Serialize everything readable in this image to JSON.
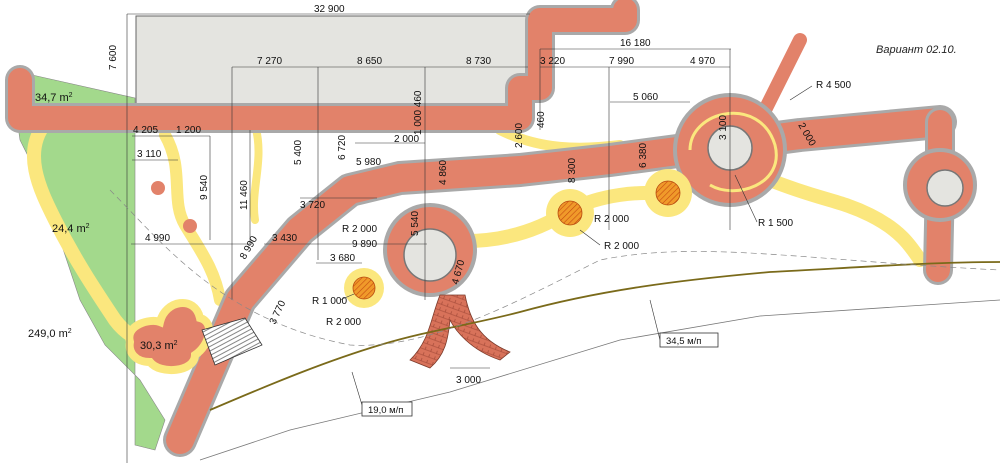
{
  "variant_label": "Вариант  02.10.",
  "dimensions": {
    "top_total": "32 900",
    "left_vertical": "7 600",
    "seg_7270": "7 270",
    "seg_8650": "8 650",
    "seg_8730": "8 730",
    "seg_3220": "3 220",
    "seg_16180": "16 180",
    "seg_7990": "7 990",
    "seg_4970": "4 970",
    "seg_5060": "5 060",
    "seg_4205": "4 205",
    "seg_1200": "1 200",
    "seg_3110": "3 110",
    "v_9540": "9 540",
    "v_11460": "11 460",
    "v_5400": "5 400",
    "v_6720": "6 720",
    "v_1000_460": "1 000 460",
    "h_2000a": "2 000",
    "h_5980": "5 980",
    "v_4860": "4 860",
    "v_2600": "2 600",
    "v_460": "460",
    "v_8300": "8 300",
    "v_6380": "6 380",
    "v_3100": "3 100",
    "d_2000b": "2 000",
    "h_3720": "3 720",
    "h_4990": "4 990",
    "h_3430": "3 430",
    "h_9890": "9 890",
    "v_5540": "5 540",
    "d_8990": "8 990",
    "h_3680": "3 680",
    "d_3770": "3 770",
    "d_4670": "4 670",
    "h_3000": "3 000"
  },
  "radii": {
    "r4500": "R 4 500",
    "r1500": "R 1 500",
    "r2000_a": "R 2 000",
    "r2000_b": "R 2 000",
    "r2000_c": "R 2 000",
    "r1000": "R 1 000",
    "r2000_d": "R 2 000"
  },
  "areas": {
    "a1_value": "34,7 m",
    "a2_value": "24,4 m",
    "a3_value": "249,0 m",
    "a4_value": "30,3 m",
    "sup": "2"
  },
  "callouts": {
    "curb_long": "34,5 м/п",
    "curb_short": "19,0 м/п"
  },
  "colors": {
    "path": "#e2826a",
    "path_edge": "#a9a9a9",
    "lawn": "#a3d98c",
    "sand": "#fbe77e",
    "building": "#e4e4e0",
    "tree": "#e86a16",
    "curb": "#7a6a1a"
  }
}
